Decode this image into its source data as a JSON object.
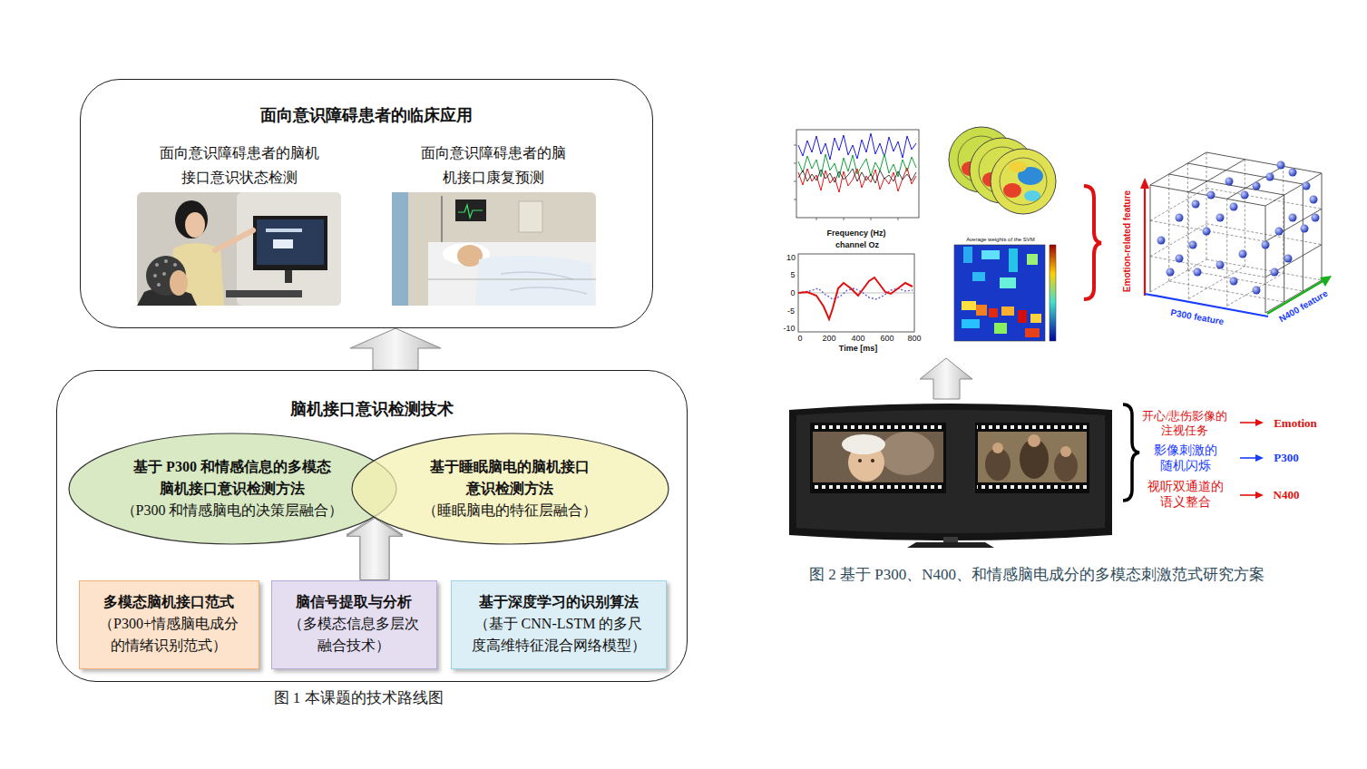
{
  "diagram": {
    "caption": "图 1 本课题的技术路线图",
    "nodes": [
      {
        "text": [
          "面向意识障碍患者的临床应用"
        ]
      },
      {
        "text": [
          "面向意识障碍患者的脑机 接口意识状态检测"
        ],
        "in": 0
      },
      {
        "text": [
          "面向意识障碍患者的脑 机接口康复预测"
        ],
        "in": 0
      },
      {
        "text": [
          "脑机接口意识检测技术"
        ]
      },
      {
        "text": [
          "基于 P300 和情感信息的多模态 脑机接口意识检测方法",
          "（P300 和情感脑电的决策层融合）"
        ],
        "in": 3
      },
      {
        "text": [
          "基于睡眠脑电的脑机接口 意识检测方法",
          "（睡眠脑电的特征层融合）"
        ],
        "in": 3
      },
      {
        "text": [
          "多模态脑机接口范式",
          "（P300+情感脑电成分 的情绪识别范式）"
        ],
        "in": 3
      },
      {
        "text": [
          "脑信号提取与分析",
          "（多模态信息多层次 融合技术）"
        ],
        "in": 3
      },
      {
        "text": [
          "基于深度学习的识别算法",
          "（基于 CNN-LSTM 的多尺 度高维特征混合网络模型）"
        ],
        "in": 3
      }
    ],
    "edges": [
      {
        "from": 3,
        "to": 0,
        "arrow": "to"
      },
      {
        "from": 7,
        "to": 4,
        "arrow": "to"
      },
      {
        "from": 7,
        "to": 5,
        "arrow": "to"
      }
    ],
    "labels": [
      "Frequency (Hz)",
      "channel Oz",
      "10",
      "5",
      "0",
      "-5",
      "-10",
      "0",
      "200",
      "400",
      "600",
      "800",
      "Time [ms]",
      "Average weights of the SVM",
      "Emotion-related feature",
      "P300 feature",
      "N400 feature",
      "开心/悲伤影像的 注视任务",
      "Emotion",
      "影像刺激的 随机闪烁",
      "P300",
      "视听双通道的 语义整合",
      "N400",
      "图 2 基于 P300、N400、和情感脑电成分的多模态刺激范式研究方案"
    ]
  }
}
